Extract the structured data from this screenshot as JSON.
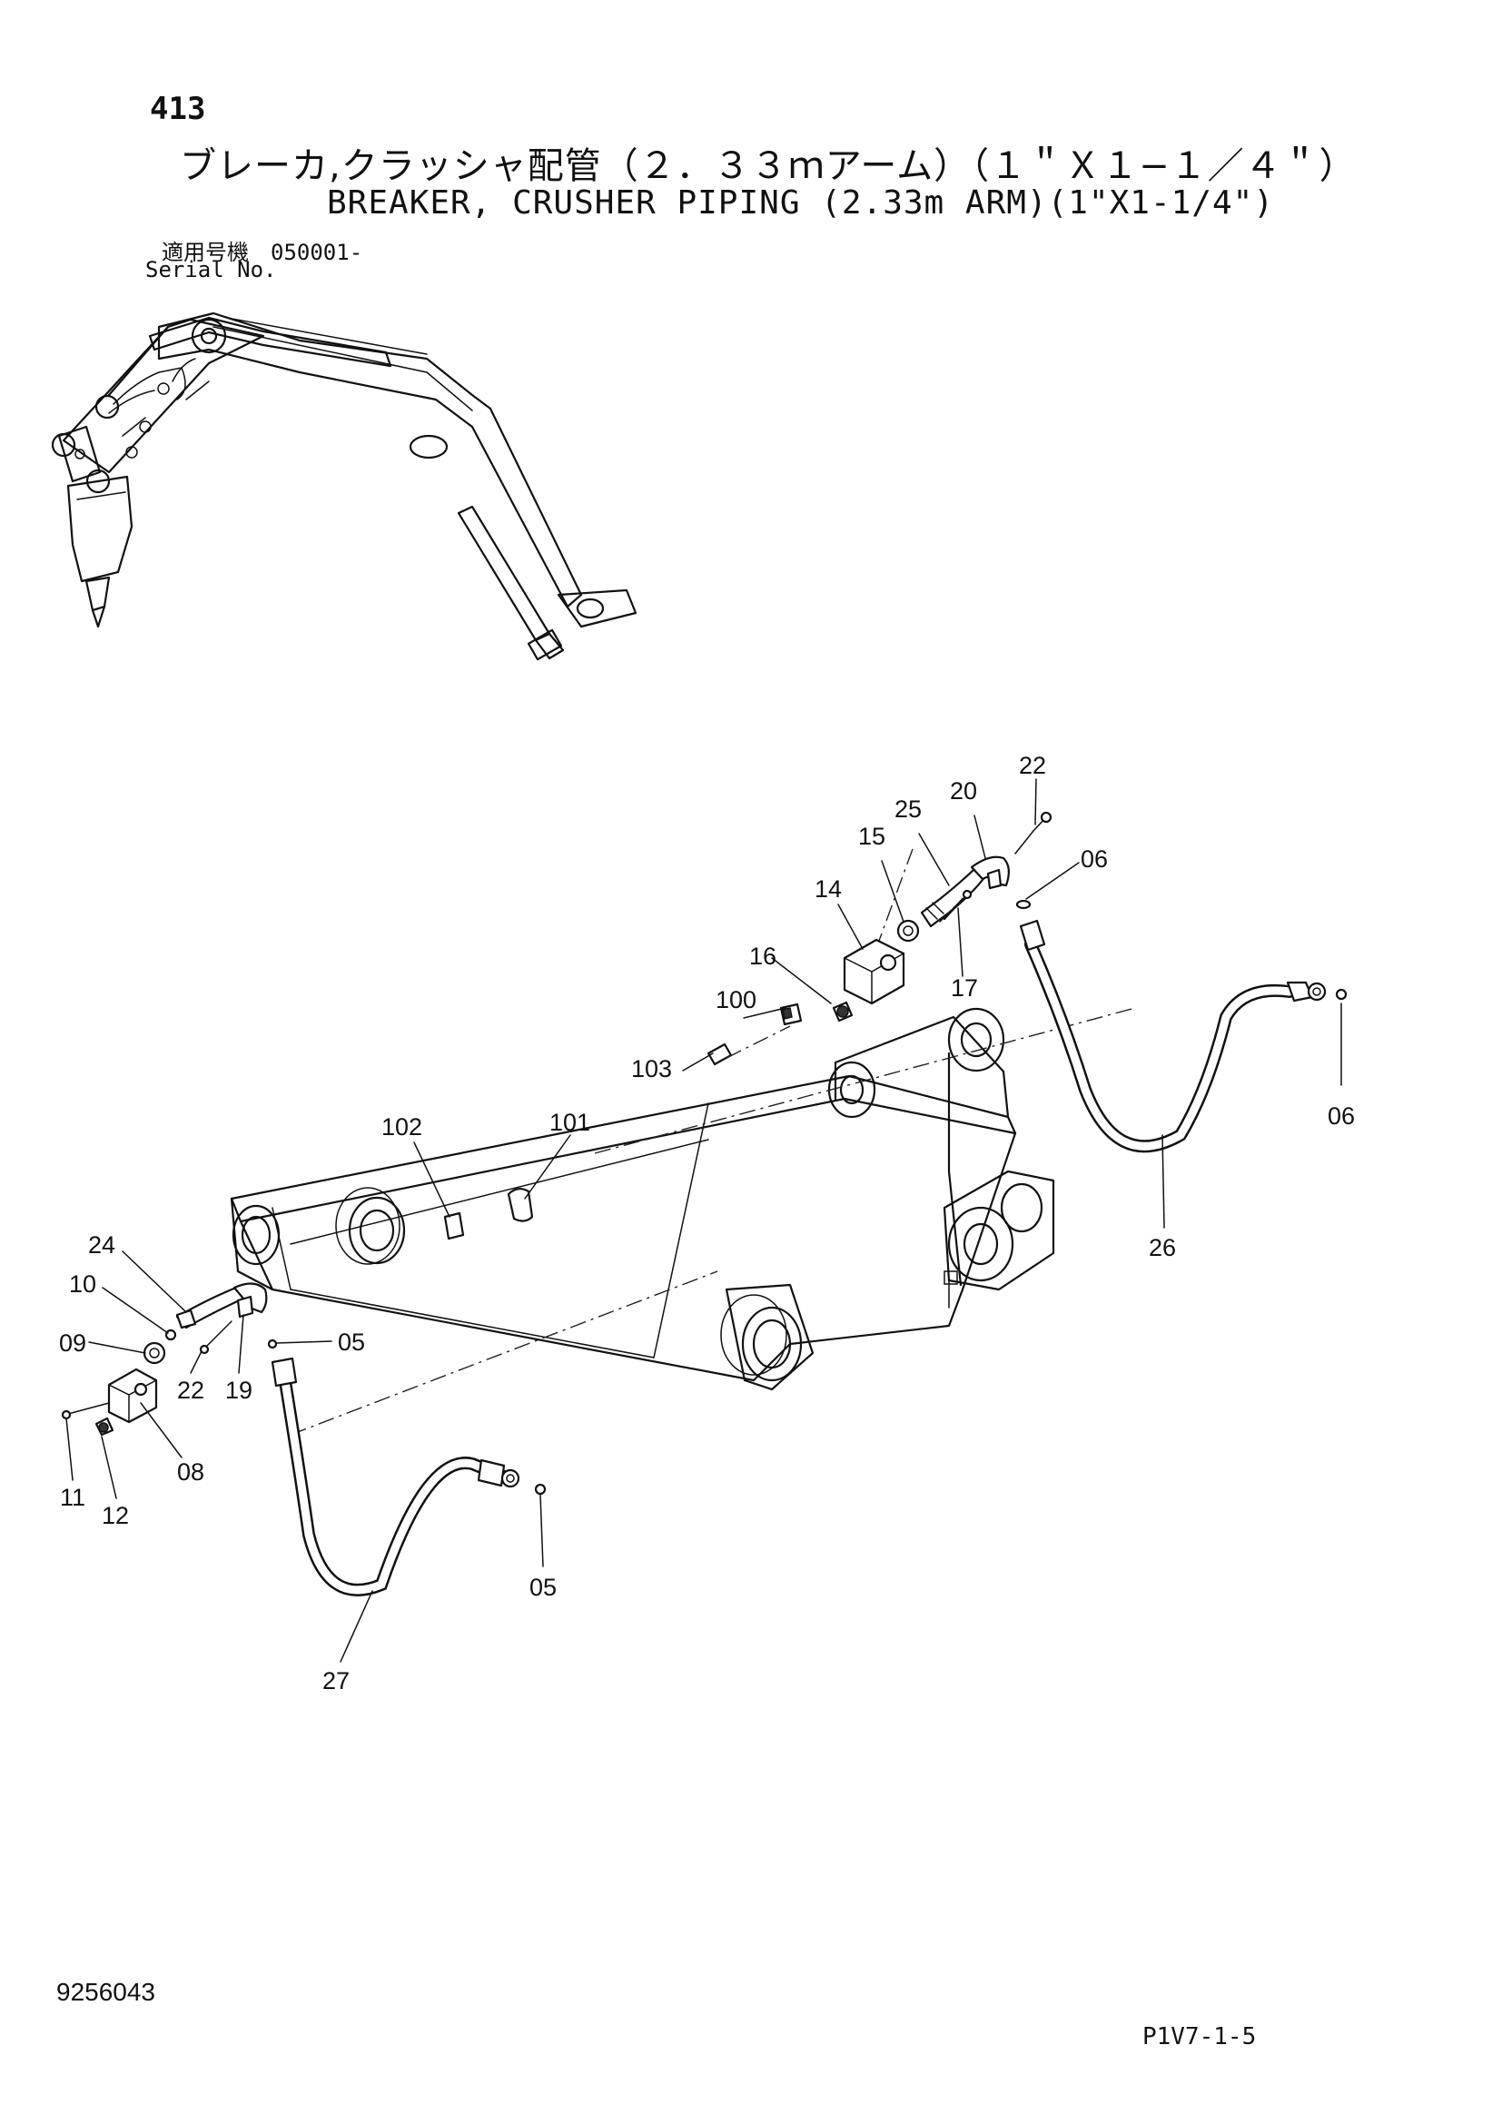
{
  "header": {
    "page_number": "413",
    "title_jp": "ブレーカ,クラッシャ配管（２．３３ｍアーム）（１＂Ｘ１−１／４＂）",
    "title_en": "BREAKER, CRUSHER PIPING (2.33m ARM)(1\"X1-1/4\")",
    "serial_label_jp": "適用号機　050001-",
    "serial_label_en": "Serial No."
  },
  "callouts": {
    "c22_top": "22",
    "c20": "20",
    "c25": "25",
    "c15": "15",
    "c06_top": "06",
    "c14": "14",
    "c16": "16",
    "c17": "17",
    "c100": "100",
    "c103": "103",
    "c101": "101",
    "c102": "102",
    "c06_right": "06",
    "c26": "26",
    "c24": "24",
    "c10": "10",
    "c09": "09",
    "c22_left": "22",
    "c19": "19",
    "c05_upper": "05",
    "c08": "08",
    "c11": "11",
    "c12": "12",
    "c05_lower": "05",
    "c27": "27"
  },
  "footer": {
    "drawing_number": "9256043",
    "sheet_code": "P1V7-1-5"
  }
}
